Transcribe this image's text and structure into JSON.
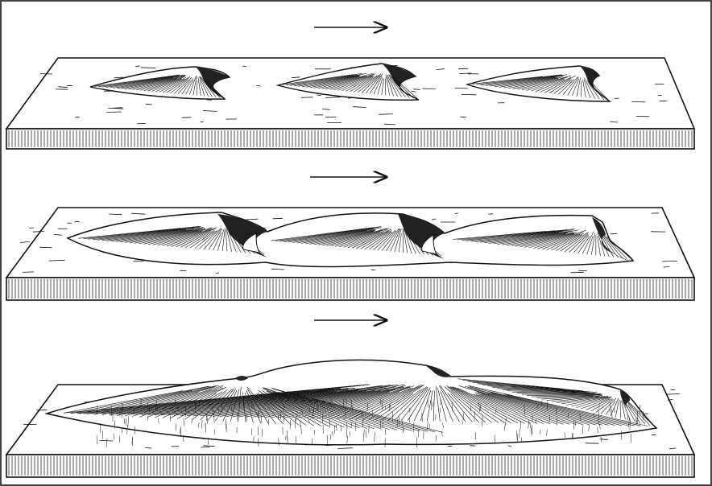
{
  "colors": {
    "ink": "#111111",
    "paper": "#ffffff",
    "shade": "#2a2a2a"
  },
  "panels": [
    {
      "id": "stage-1",
      "dune_count": 3,
      "arrow": "right"
    },
    {
      "id": "stage-2",
      "dune_count": 3,
      "arrow": "right"
    },
    {
      "id": "stage-3",
      "dune_count": 3,
      "arrow": "right"
    }
  ]
}
